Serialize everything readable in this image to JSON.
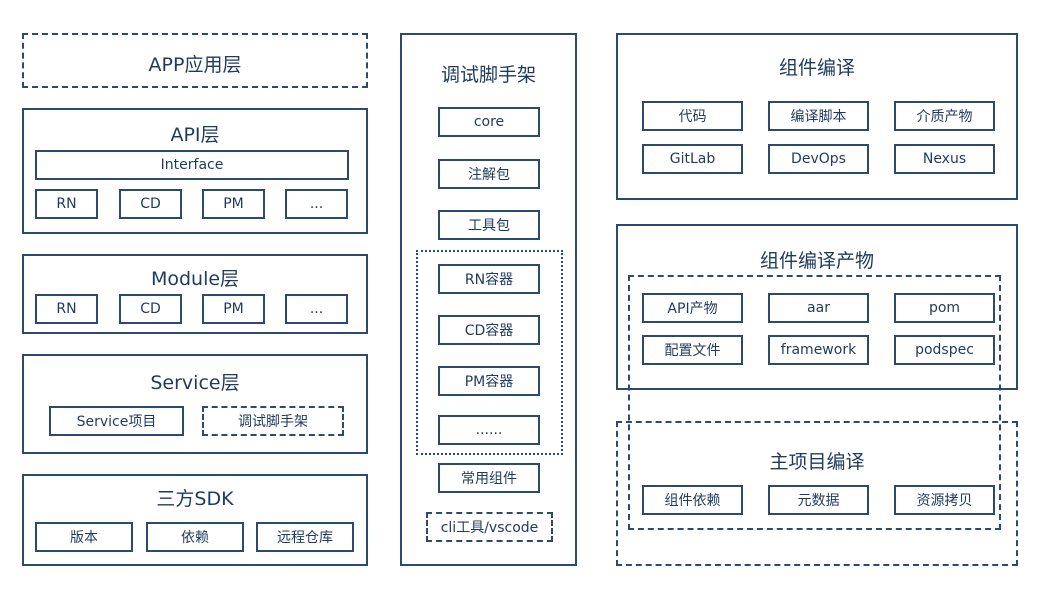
{
  "left": {
    "app": {
      "title": "APP应用层"
    },
    "api": {
      "title": "API层",
      "interface": "Interface",
      "items": [
        "RN",
        "CD",
        "PM",
        "..."
      ]
    },
    "module": {
      "title": "Module层",
      "items": [
        "RN",
        "CD",
        "PM",
        "..."
      ]
    },
    "service": {
      "title": "Service层",
      "items": [
        "Service项目",
        "调试脚手架"
      ]
    },
    "sdk": {
      "title": "三方SDK",
      "items": [
        "版本",
        "依赖",
        "远程仓库"
      ]
    }
  },
  "middle": {
    "title": "调试脚手架",
    "top_items": [
      "core",
      "注解包",
      "工具包"
    ],
    "containers": [
      "RN容器",
      "CD容器",
      "PM容器",
      "......"
    ],
    "bottom_items": [
      "常用组件",
      "cli工具/vscode"
    ]
  },
  "right": {
    "compile": {
      "title": "组件编译",
      "items": [
        "代码",
        "编译脚本",
        "介质产物",
        "GitLab",
        "DevOps",
        "Nexus"
      ]
    },
    "artifacts": {
      "title": "组件编译产物",
      "items": [
        "API产物",
        "aar",
        "pom",
        "配置文件",
        "framework",
        "podspec"
      ]
    },
    "main_compile": {
      "title": "主项目编译",
      "items": [
        "组件依赖",
        "元数据",
        "资源拷贝"
      ]
    }
  }
}
